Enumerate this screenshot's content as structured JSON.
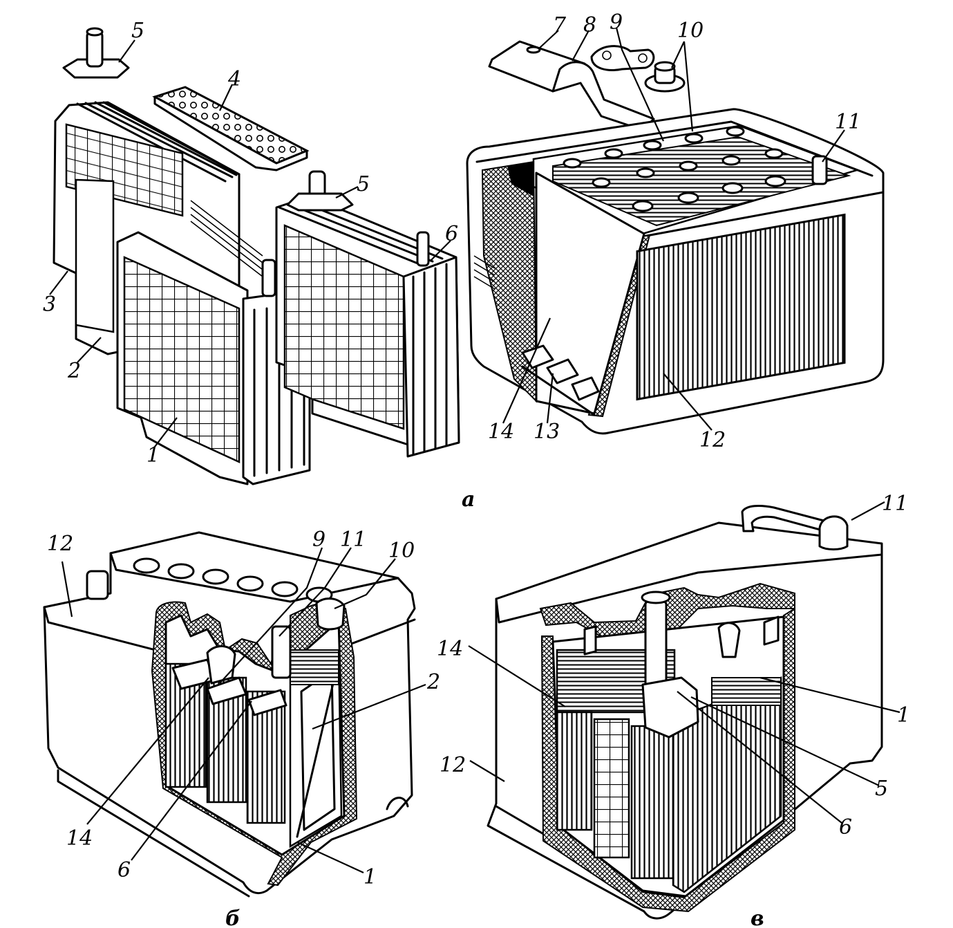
{
  "panels": {
    "a": {
      "caption": "а",
      "labels": [
        {
          "id": "a-1",
          "text": "1"
        },
        {
          "id": "a-2",
          "text": "2"
        },
        {
          "id": "a-3",
          "text": "3"
        },
        {
          "id": "a-4",
          "text": "4"
        },
        {
          "id": "a-5-top",
          "text": "5"
        },
        {
          "id": "a-5-mid",
          "text": "5"
        },
        {
          "id": "a-6",
          "text": "6"
        },
        {
          "id": "a-7",
          "text": "7"
        },
        {
          "id": "a-8",
          "text": "8"
        },
        {
          "id": "a-9",
          "text": "9"
        },
        {
          "id": "a-10",
          "text": "10"
        },
        {
          "id": "a-11",
          "text": "11"
        },
        {
          "id": "a-12",
          "text": "12"
        },
        {
          "id": "a-13",
          "text": "13"
        },
        {
          "id": "a-14",
          "text": "14"
        }
      ]
    },
    "b": {
      "caption": "б",
      "labels": [
        {
          "id": "b-12",
          "text": "12"
        },
        {
          "id": "b-9",
          "text": "9"
        },
        {
          "id": "b-11",
          "text": "11"
        },
        {
          "id": "b-10",
          "text": "10"
        },
        {
          "id": "b-2",
          "text": "2"
        },
        {
          "id": "b-14",
          "text": "14"
        },
        {
          "id": "b-6",
          "text": "6"
        },
        {
          "id": "b-1",
          "text": "1"
        }
      ]
    },
    "v": {
      "caption": "в",
      "labels": [
        {
          "id": "v-11",
          "text": "11"
        },
        {
          "id": "v-14",
          "text": "14"
        },
        {
          "id": "v-12",
          "text": "12"
        },
        {
          "id": "v-1",
          "text": "1"
        },
        {
          "id": "v-5",
          "text": "5"
        },
        {
          "id": "v-6",
          "text": "6"
        }
      ]
    }
  }
}
